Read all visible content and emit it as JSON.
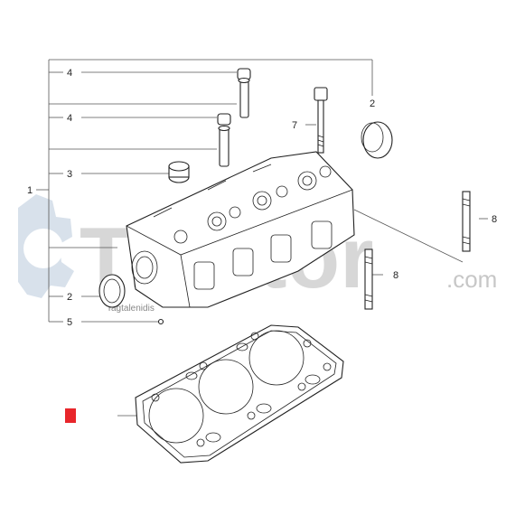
{
  "callouts": [
    {
      "id": "c4a",
      "label": "4"
    },
    {
      "id": "c4b",
      "label": "4"
    },
    {
      "id": "c3",
      "label": "3"
    },
    {
      "id": "c1",
      "label": "1"
    },
    {
      "id": "c2a",
      "label": "2"
    },
    {
      "id": "c2b",
      "label": "2"
    },
    {
      "id": "c5",
      "label": "5"
    },
    {
      "id": "c7",
      "label": "7"
    },
    {
      "id": "c8a",
      "label": "8"
    },
    {
      "id": "c8b",
      "label": "8"
    }
  ],
  "watermark": {
    "brand": "Traktor",
    "suffix": ".com",
    "sub": "Tagtalenidis"
  },
  "highlight": {
    "color": "#e8262b"
  }
}
